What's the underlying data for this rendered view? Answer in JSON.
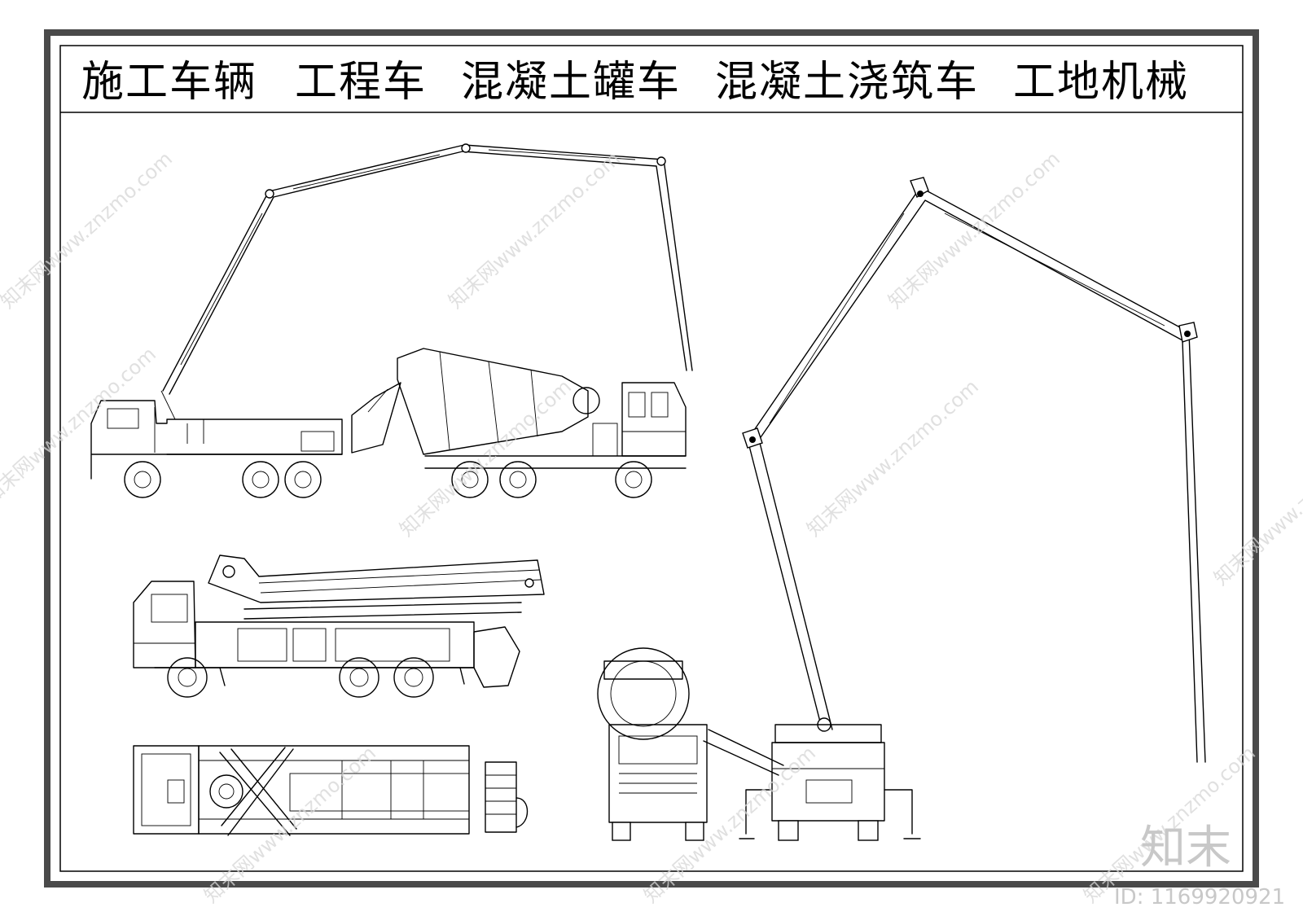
{
  "title": {
    "items": [
      "施工车辆",
      "工程车",
      "混凝土罐车",
      "混凝土浇筑车",
      "工地机械"
    ]
  },
  "watermarks": {
    "site_text": "知末网www.znzmo.com"
  },
  "brand": {
    "logo_text": "知末",
    "id_text": "ID: 1169920921"
  },
  "drawings": [
    {
      "icon": "pump-truck-side-raised-boom-icon"
    },
    {
      "icon": "concrete-mixer-truck-side-icon"
    },
    {
      "icon": "pump-truck-side-folded-boom-icon"
    },
    {
      "icon": "pump-truck-top-view-icon"
    },
    {
      "icon": "mixer-truck-front-view-icon"
    },
    {
      "icon": "pump-truck-front-raised-boom-icon"
    }
  ],
  "colors": {
    "frame_outer": "#4a4a4a",
    "frame_inner": "#000000",
    "watermark": "#d6d6d6"
  }
}
